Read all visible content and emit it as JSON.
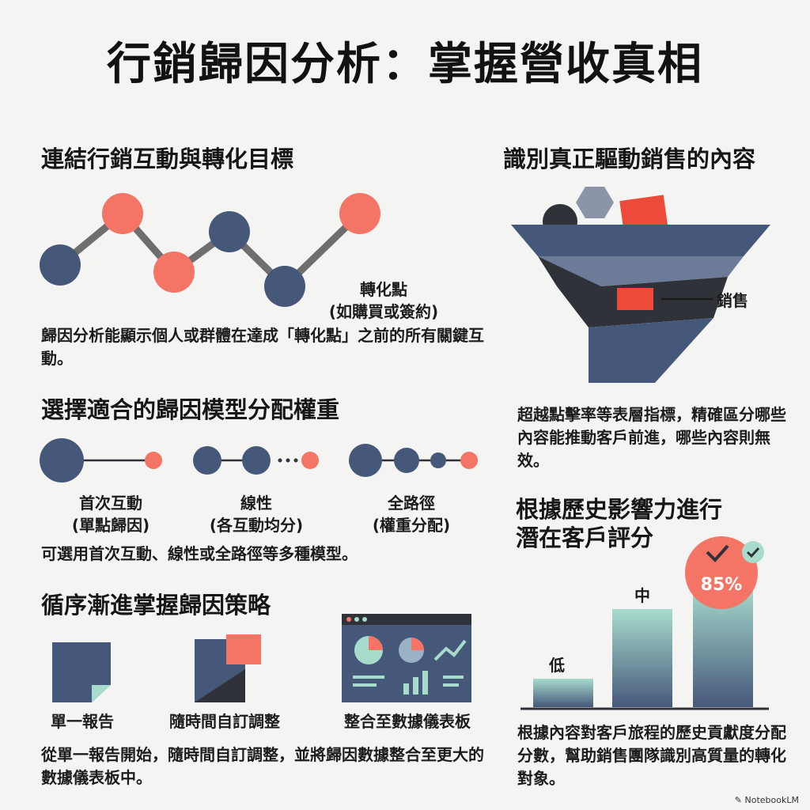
{
  "title": "行銷歸因分析：掌握營收真相",
  "section1": {
    "heading": "連結行銷互動與轉化目標",
    "conversion_label_line1": "轉化點",
    "conversion_label_line2": "(如購買或簽約)",
    "body": "歸因分析能顯示個人或群體在達成「轉化點」之前的所有關鍵互動。"
  },
  "section2": {
    "heading": "選擇適合的歸因模型分配權重",
    "models": [
      {
        "name": "首次互動",
        "sub": "(單點歸因)"
      },
      {
        "name": "線性",
        "sub": "(各互動均分)"
      },
      {
        "name": "全路徑",
        "sub": "(權重分配)"
      }
    ],
    "body": "可選用首次互動、線性或全路徑等多種模型。"
  },
  "section3": {
    "heading": "循序漸進掌握歸因策略",
    "steps": [
      "單一報告",
      "隨時間自訂調整",
      "整合至數據儀表板"
    ],
    "body": "從單一報告開始，隨時間自訂調整，並將歸因數據整合至更大的數據儀表板中。"
  },
  "section4": {
    "heading": "識別真正驅動銷售的內容",
    "funnel_label": "銷售",
    "body": "超越點擊率等表層指標，精確區分哪些內容能推動客戶前進，哪些內容則無效。"
  },
  "section5": {
    "heading_line1": "根據歷史影響力進行",
    "heading_line2": "潛在客戶評分",
    "bars": [
      {
        "label": "低",
        "level": 0.18
      },
      {
        "label": "中",
        "level": 0.62
      },
      {
        "label": "",
        "level": 0.78
      }
    ],
    "score_badge": "85%",
    "body": "根據內容對客戶旅程的歷史貢獻度分配分數，幫助銷售團隊識別高質量的轉化對象。"
  },
  "colors": {
    "navy": "#46587a",
    "coral": "#f47466",
    "mint": "#a7dccd",
    "dark": "#2f3239",
    "gray": "#6e6e6e"
  },
  "brand": "NotebookLM"
}
